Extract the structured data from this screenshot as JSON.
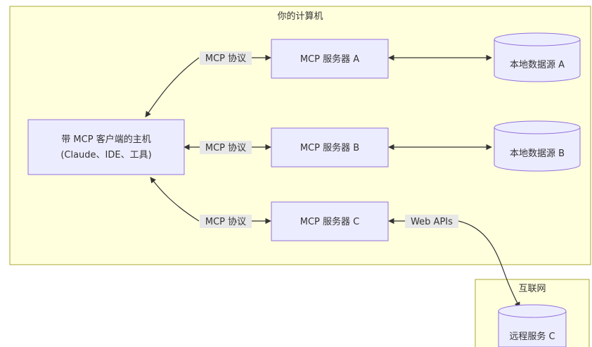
{
  "colors": {
    "subgraph_fill": "#ffffde",
    "subgraph_stroke": "#aaaa33",
    "node_fill": "#ececff",
    "node_stroke": "#9370db",
    "edge": "#333333",
    "edge_label_bg": "#e8e8e8",
    "text": "#333333"
  },
  "subgraphs": {
    "computer": "你的计算机",
    "internet": "互联网"
  },
  "host": {
    "line1": "带 MCP 客户端的主机",
    "line2": "(Claude、IDE、工具)"
  },
  "servers": {
    "a": "MCP 服务器 A",
    "b": "MCP 服务器 B",
    "c": "MCP 服务器 C"
  },
  "datasources": {
    "a": "本地数据源 A",
    "b": "本地数据源 B",
    "remote": "远程服务 C"
  },
  "edge_labels": {
    "protocol_a": "MCP 协议",
    "protocol_b": "MCP 协议",
    "protocol_c": "MCP 协议",
    "web_apis": "Web APIs"
  }
}
